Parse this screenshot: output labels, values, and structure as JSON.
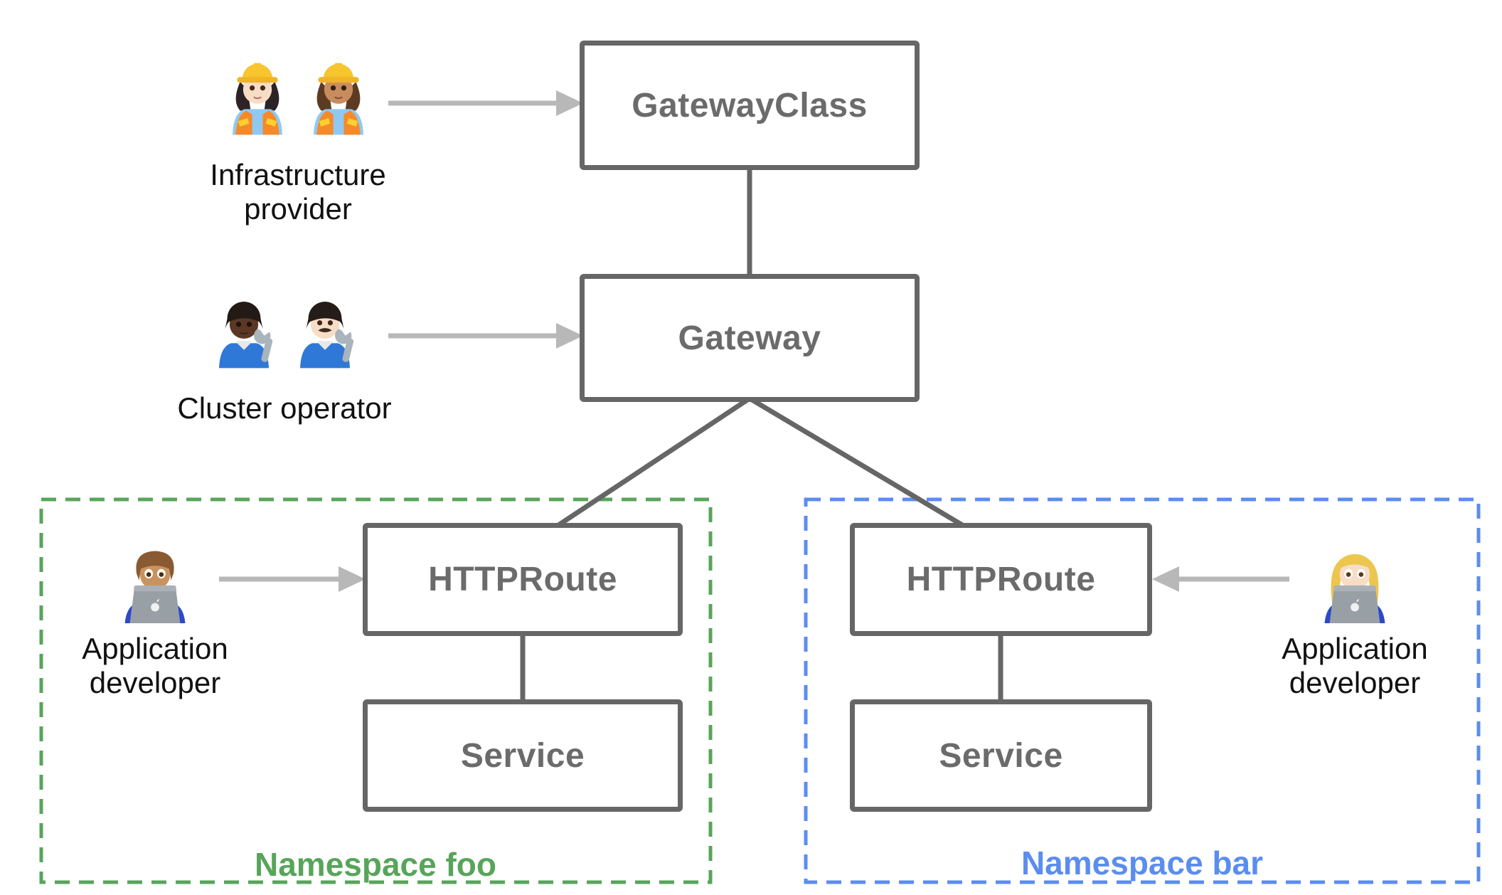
{
  "diagram": {
    "nodes": [
      {
        "id": "gateway-class",
        "label": "GatewayClass"
      },
      {
        "id": "gateway",
        "label": "Gateway"
      },
      {
        "id": "httproute-foo",
        "label": "HTTPRoute"
      },
      {
        "id": "service-foo",
        "label": "Service"
      },
      {
        "id": "httproute-bar",
        "label": "HTTPRoute"
      },
      {
        "id": "service-bar",
        "label": "Service"
      }
    ],
    "personas": [
      {
        "id": "infrastructure-provider",
        "label": "Infrastructure provider",
        "icons": [
          "woman-construction-worker-light-emoji",
          "woman-construction-worker-medium-emoji"
        ]
      },
      {
        "id": "cluster-operator",
        "label": "Cluster operator",
        "icons": [
          "person-mechanic-dark-emoji",
          "man-mechanic-light-emoji"
        ]
      },
      {
        "id": "application-developer-foo",
        "label": "Application developer",
        "icons": [
          "man-technologist-emoji"
        ]
      },
      {
        "id": "application-developer-bar",
        "label": "Application developer",
        "icons": [
          "woman-technologist-emoji"
        ]
      }
    ],
    "namespaces": [
      {
        "id": "namespace-foo",
        "label": "Namespace foo",
        "color": "#57a55a"
      },
      {
        "id": "namespace-bar",
        "label": "Namespace bar",
        "color": "#5b8def"
      }
    ],
    "edges": [
      {
        "from": "GatewayClass",
        "to": "Gateway",
        "style": "line"
      },
      {
        "from": "Gateway",
        "to": "HTTPRoute (Namespace foo)",
        "style": "line"
      },
      {
        "from": "Gateway",
        "to": "HTTPRoute (Namespace bar)",
        "style": "line"
      },
      {
        "from": "HTTPRoute (Namespace foo)",
        "to": "Service (Namespace foo)",
        "style": "line"
      },
      {
        "from": "HTTPRoute (Namespace bar)",
        "to": "Service (Namespace bar)",
        "style": "line"
      },
      {
        "from": "Infrastructure provider",
        "to": "GatewayClass",
        "style": "arrow"
      },
      {
        "from": "Cluster operator",
        "to": "Gateway",
        "style": "arrow"
      },
      {
        "from": "Application developer",
        "to": "HTTPRoute (Namespace foo)",
        "style": "arrow"
      },
      {
        "from": "Application developer",
        "to": "HTTPRoute (Namespace bar)",
        "style": "arrow"
      }
    ],
    "colors": {
      "node_border": "#666666",
      "node_text": "#6b6b6b",
      "connector": "#666666",
      "arrow": "#b8b8b8",
      "persona_text": "#111111",
      "namespace_foo_accent": "#57a55a",
      "namespace_bar_accent": "#5b8def",
      "background": "#ffffff"
    }
  }
}
